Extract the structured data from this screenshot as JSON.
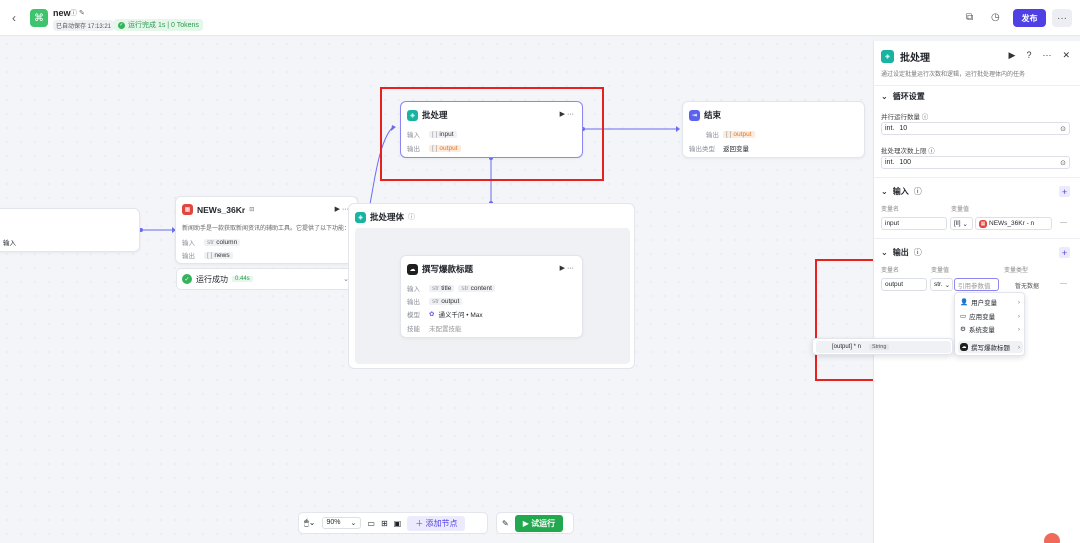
{
  "header": {
    "app_name": "new",
    "saved_text": "已自动保存 17:13:21",
    "run_status": "运行完成 1s | 0 Tokens",
    "publish_label": "发布",
    "more_label": "···"
  },
  "nodes": {
    "partial": {
      "text": "输入"
    },
    "news": {
      "title": "NEWs_36Kr",
      "desc": "新闻助手是一款获取新闻资讯的辅助工具。它提供了以下功能：",
      "input_label": "输入",
      "input_value": "column",
      "output_label": "输出",
      "output_value": "news"
    },
    "success": {
      "label": "运行成功",
      "time": "0.44s"
    },
    "batch": {
      "title": "批处理",
      "input_label": "输入",
      "input_value": "input",
      "output_label": "输出",
      "output_value": "output"
    },
    "end": {
      "title": "结束",
      "output_label": "输出",
      "output_value": "output",
      "type_label": "输出类型",
      "type_value": "返回变量"
    },
    "body": {
      "title": "批处理体"
    },
    "headline": {
      "title": "撰写爆款标题",
      "input_label": "输入",
      "input_values": [
        "title",
        "content"
      ],
      "output_label": "输出",
      "output_value": "output",
      "model_label": "模型",
      "model_value": "通义千问 • Max",
      "skill_label": "技能",
      "skill_value": "未配置技能"
    }
  },
  "toolbar": {
    "zoom": "90%",
    "add_node": "添加节点",
    "try_run": "试运行"
  },
  "panel": {
    "title": "批处理",
    "desc": "通过设定批量运行次数和逻辑，运行批处理体内的任务",
    "loop_section": "循环设置",
    "parallel_label": "并行运行数量",
    "parallel_type": "int.",
    "parallel_value": "10",
    "max_label": "批处理次数上限",
    "max_type": "int.",
    "max_value": "100",
    "input_section": "输入",
    "var_name_col": "变量名",
    "var_value_col": "变量值",
    "input_name": "input",
    "input_type": "[ll]",
    "input_ref": "NEWs_36Kr - n",
    "output_section": "输出",
    "out_name_col": "变量名",
    "out_value_col": "变量值",
    "out_type_col": "变量类型",
    "output_name": "output",
    "output_type": "str.",
    "output_placeholder": "引用参数值",
    "output_type_value": "暂无数据"
  },
  "dropdown": {
    "items": [
      "用户变量",
      "应用变量",
      "系统变量",
      "撰写爆款标题"
    ],
    "sub_value": "[output] * n",
    "sub_type": "String"
  }
}
